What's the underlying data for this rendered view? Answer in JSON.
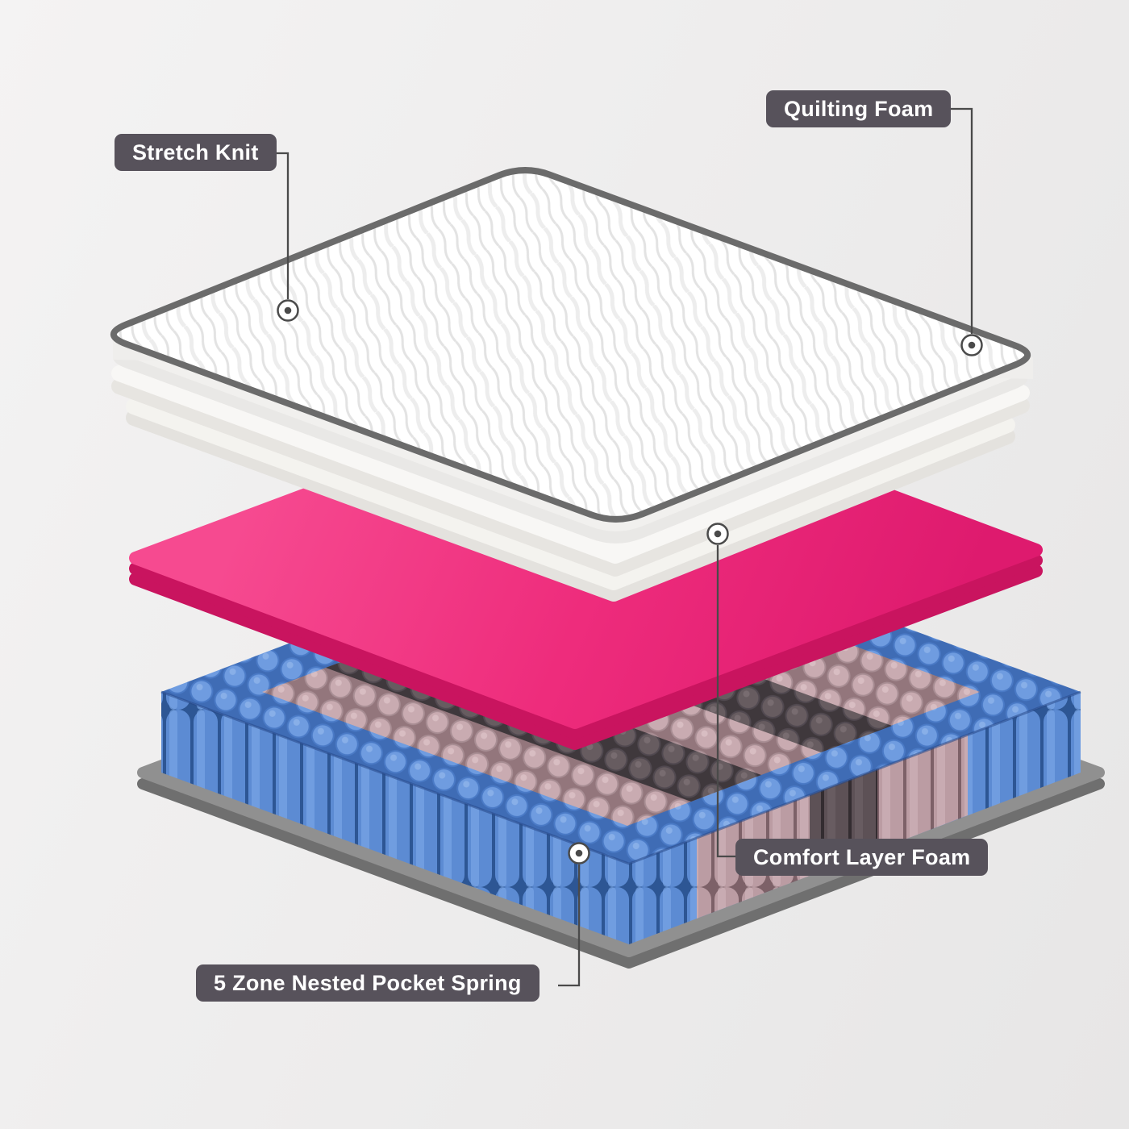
{
  "diagram": {
    "type": "exploded-layer-diagram",
    "subject": "mattress-construction",
    "labels": {
      "stretch_knit": "Stretch Knit",
      "quilting_foam": "Quilting Foam",
      "comfort_layer_foam": "Comfort Layer Foam",
      "pocket_spring": "5 Zone Nested Pocket Spring"
    },
    "colors": {
      "background_start": "#F4F3F3",
      "background_end": "#E7E6E6",
      "label_bg": "#57525B",
      "label_text": "#FFFFFF",
      "leader_line": "#4A4A4A",
      "comfort_foam_pink": "#EE2C7C",
      "comfort_foam_pink_dark": "#C9145F",
      "spring_blue": "#5C8BD3",
      "spring_blue_dark": "#2D5694",
      "spring_nude": "#C9ABB1",
      "spring_charcoal": "#675C60",
      "base_gray": "#8F8F8F",
      "mattress_white": "#FFFFFF",
      "mattress_trim_gray": "#6B6B6B"
    }
  }
}
